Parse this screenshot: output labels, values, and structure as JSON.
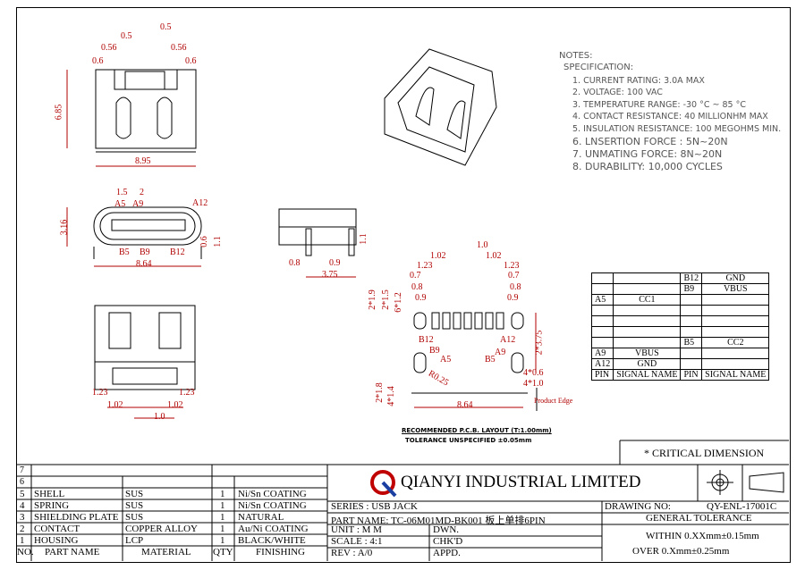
{
  "dims_top": [
    "0.5",
    "0.5",
    "0.56",
    "0.56",
    "0.6",
    "0.6",
    "6.85",
    "8.95"
  ],
  "dims_front": [
    "1.5",
    "2",
    "A5",
    "A9",
    "A12",
    "B5",
    "B9",
    "B12",
    "3.16",
    "8.64",
    "0.6",
    "1.1"
  ],
  "dims_side": [
    "0.8",
    "0.9",
    "3.75",
    "1.1"
  ],
  "dims_pcb": [
    "1.0",
    "1.02",
    "1.23",
    "1.23",
    "0.7",
    "0.7",
    "0.8",
    "0.8",
    "0.9",
    "0.9",
    "2*1.9",
    "2*1.5",
    "6*1.2",
    "B12",
    "B9",
    "A5",
    "A12",
    "B5",
    "A9",
    "2*3.75",
    "R0.25",
    "4*0.6",
    "4*1.0",
    "2*1.8",
    "4*1.4",
    "8.64",
    "Product Edge"
  ],
  "dims_bottom": [
    "1.23",
    "1.23",
    "1.02",
    "1.02",
    "1.0"
  ],
  "pcb_caption": {
    "line1": "RECOMMENDED  P.C.B. LAYOUT (T:1.00mm)",
    "line2": "TOLERANCE  UNSPECIFIED ±0.05mm"
  },
  "notes": {
    "title": "NOTES:",
    "spec": "SPECIFICATION:",
    "items": [
      "1. CURRENT RATING: 3.0A MAX",
      "2. VOLTAGE: 100 VAC",
      "3. TEMPERATURE RANGE: -30 °C ~ 85 °C",
      "4. CONTACT RESISTANCE: 40 MILLIONHM MAX",
      "5. INSULATION RESISTANCE: 100 MEGOHMS MIN.",
      "6. LNSERTION FORCE : 5N~20N",
      "7. UNMATING FORCE: 8N~20N",
      "8. DURABILITY:  10,000 CYCLES"
    ]
  },
  "pin_table": {
    "rows": [
      [
        "",
        "",
        "B12",
        "GND"
      ],
      [
        "",
        "",
        "B9",
        "VBUS"
      ],
      [
        "A5",
        "CC1",
        "",
        ""
      ],
      [
        "",
        "",
        "",
        ""
      ],
      [
        "",
        "",
        "",
        ""
      ],
      [
        "",
        "",
        "",
        ""
      ],
      [
        "",
        "",
        "B5",
        "CC2"
      ],
      [
        "A9",
        "VBUS",
        "",
        ""
      ],
      [
        "A12",
        "GND",
        "",
        ""
      ]
    ],
    "header": [
      "PIN",
      "SIGNAL NAME",
      "PIN",
      "SIGNAL NAME"
    ]
  },
  "critical": "* CRITICAL DIMENSION",
  "company": "QIANYI INDUSTRIAL LIMITED",
  "series": "SERIES : USB JACK",
  "part_name": "PART NAME: TC-06M01MD-BK001  板上单排6PIN",
  "unit": "UNIT : M M",
  "dwn": "DWN.",
  "scale": "SCALE : 4:1",
  "chkd": "CHK'D",
  "rev": "REV  :  A/0",
  "appd": "APPD.",
  "drawing_no_label": "DRAWING NO:",
  "drawing_no": "QY-ENL-17001C",
  "general_tol": "GENERAL TOLERANCE",
  "tol1": "WITHIN 0.XXmm±0.15mm",
  "tol2": "OVER  0.Xmm±0.25mm",
  "bom": {
    "top_nums": [
      "7",
      "6"
    ],
    "rows": [
      [
        "5",
        "SHELL",
        "SUS",
        "1",
        "Ni/Sn COATING"
      ],
      [
        "4",
        "SPRING",
        "SUS",
        "1",
        "Ni/Sn COATING"
      ],
      [
        "3",
        "SHIELDING PLATE",
        "SUS",
        "1",
        "NATURAL"
      ],
      [
        "2",
        "CONTACT",
        "COPPER ALLOY",
        "1",
        "Au/Ni COATING"
      ],
      [
        "1",
        "HOUSING",
        "LCP",
        "1",
        "BLACK/WHITE"
      ]
    ],
    "header": [
      "NO.",
      "PART NAME",
      "MATERIAL",
      "QTY",
      "FINISHING"
    ]
  }
}
